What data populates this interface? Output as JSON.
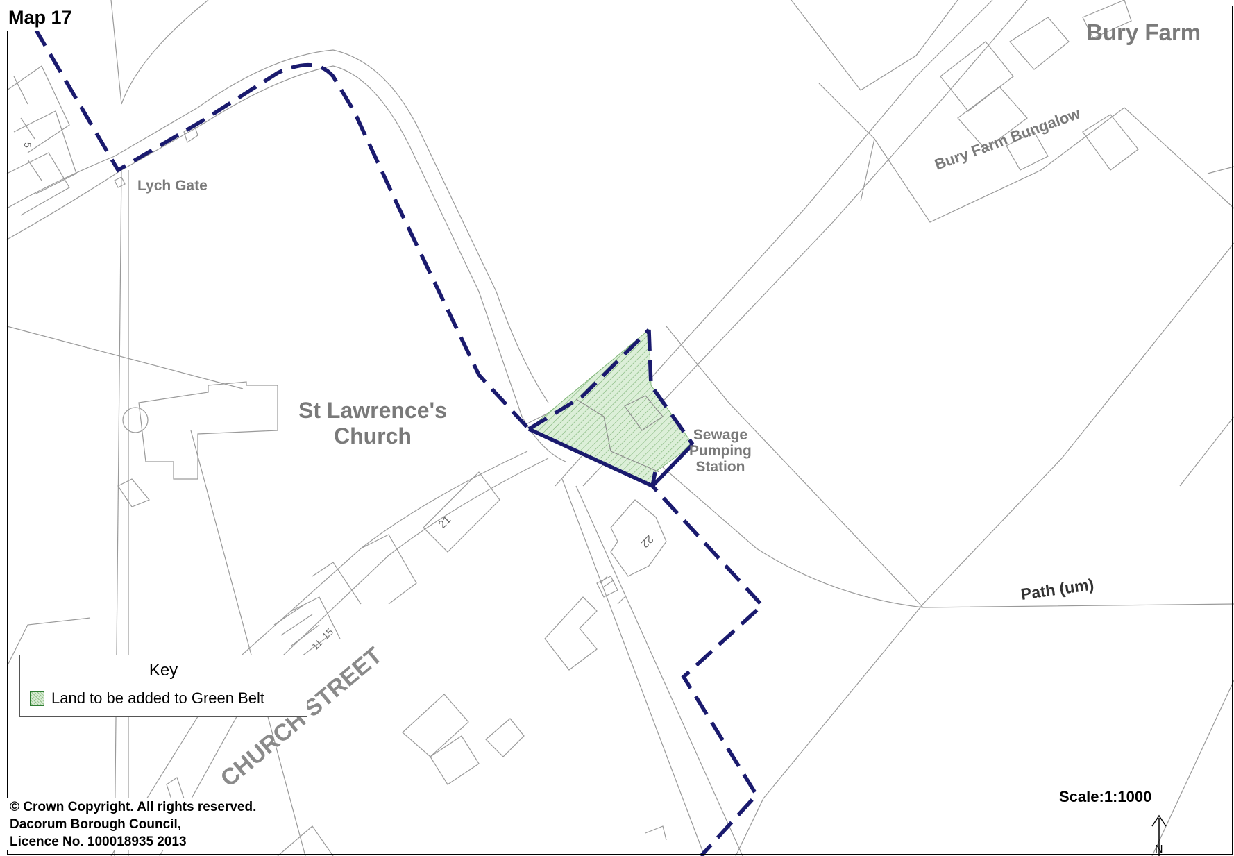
{
  "map_title": "Map 17",
  "places": {
    "bury_farm": "Bury Farm",
    "bury_farm_bungalow": "Bury Farm Bungalow",
    "lych_gate": "Lych Gate",
    "church_line1": "St Lawrence's",
    "church_line2": "Church",
    "sewage_line1": "Sewage",
    "sewage_line2": "Pumping",
    "sewage_line3": "Station",
    "path": "Path (um)",
    "church_street": "CHURCH STREET"
  },
  "house_numbers": {
    "n5": "5",
    "n21": "21",
    "n22": "22",
    "n11": "11",
    "n15": "15"
  },
  "legend": {
    "title": "Key",
    "item_label": "Land to be added to Green Belt",
    "item_color": "#8fbf86"
  },
  "colors": {
    "boundary": "#1a1a6e",
    "basemap_lines": "#9a9a9a",
    "green_belt_fill": "#d9ecd5"
  },
  "copyright": {
    "line1": "© Crown Copyright. All rights reserved.",
    "line2": "Dacorum Borough Council,",
    "line3": "Licence No. 100018935 2013"
  },
  "scale_label": "Scale:1:1000",
  "north_label": "N"
}
